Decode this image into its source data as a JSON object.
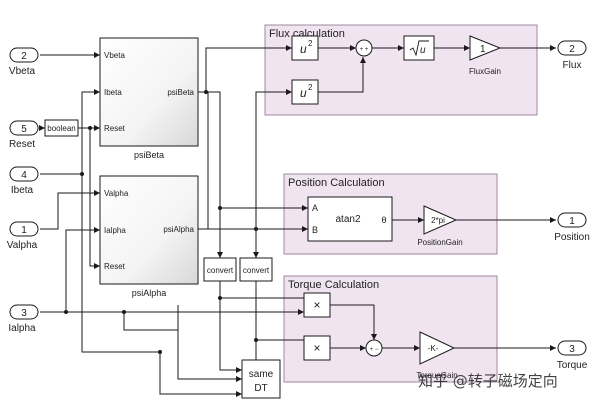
{
  "areas": {
    "flux": "Flux calculation",
    "position": "Position Calculation",
    "torque": "Torque Calculation"
  },
  "inports": [
    {
      "num": "2",
      "label": "Vbeta"
    },
    {
      "num": "5",
      "label": "Reset"
    },
    {
      "num": "4",
      "label": "Ibeta"
    },
    {
      "num": "1",
      "label": "Valpha"
    },
    {
      "num": "3",
      "label": "Ialpha"
    }
  ],
  "outports": [
    {
      "num": "2",
      "label": "Flux"
    },
    {
      "num": "1",
      "label": "Position"
    },
    {
      "num": "3",
      "label": "Torque"
    }
  ],
  "blocks": {
    "boolean": "boolean",
    "psiBeta": {
      "name": "psiBeta",
      "in1": "Vbeta",
      "in2": "Ibeta",
      "in3": "Reset",
      "out": "psiBeta"
    },
    "psiAlpha": {
      "name": "psiAlpha",
      "in1": "Valpha",
      "in2": "Ialpha",
      "in3": "Reset",
      "out": "psiAlpha"
    },
    "square_base": "u",
    "square_exp": "2",
    "sum_signs": "+ +",
    "sqrt_arg": "u",
    "fluxgain_value": "1",
    "fluxgain_name": "FluxGain",
    "atan2": {
      "name": "atan2",
      "in_a": "A",
      "in_b": "B",
      "out": "θ"
    },
    "posgain_value": "2*pi",
    "posgain_name": "PositionGain",
    "convert1": "convert",
    "convert2": "convert",
    "product": "×",
    "sum2_signs": "+ −",
    "torquegain_value": "-K-",
    "torquegain_name": "TorqueGain",
    "samedt_line1": "same",
    "samedt_line2": "DT"
  },
  "watermark": "知乎 @转子磁场定向"
}
